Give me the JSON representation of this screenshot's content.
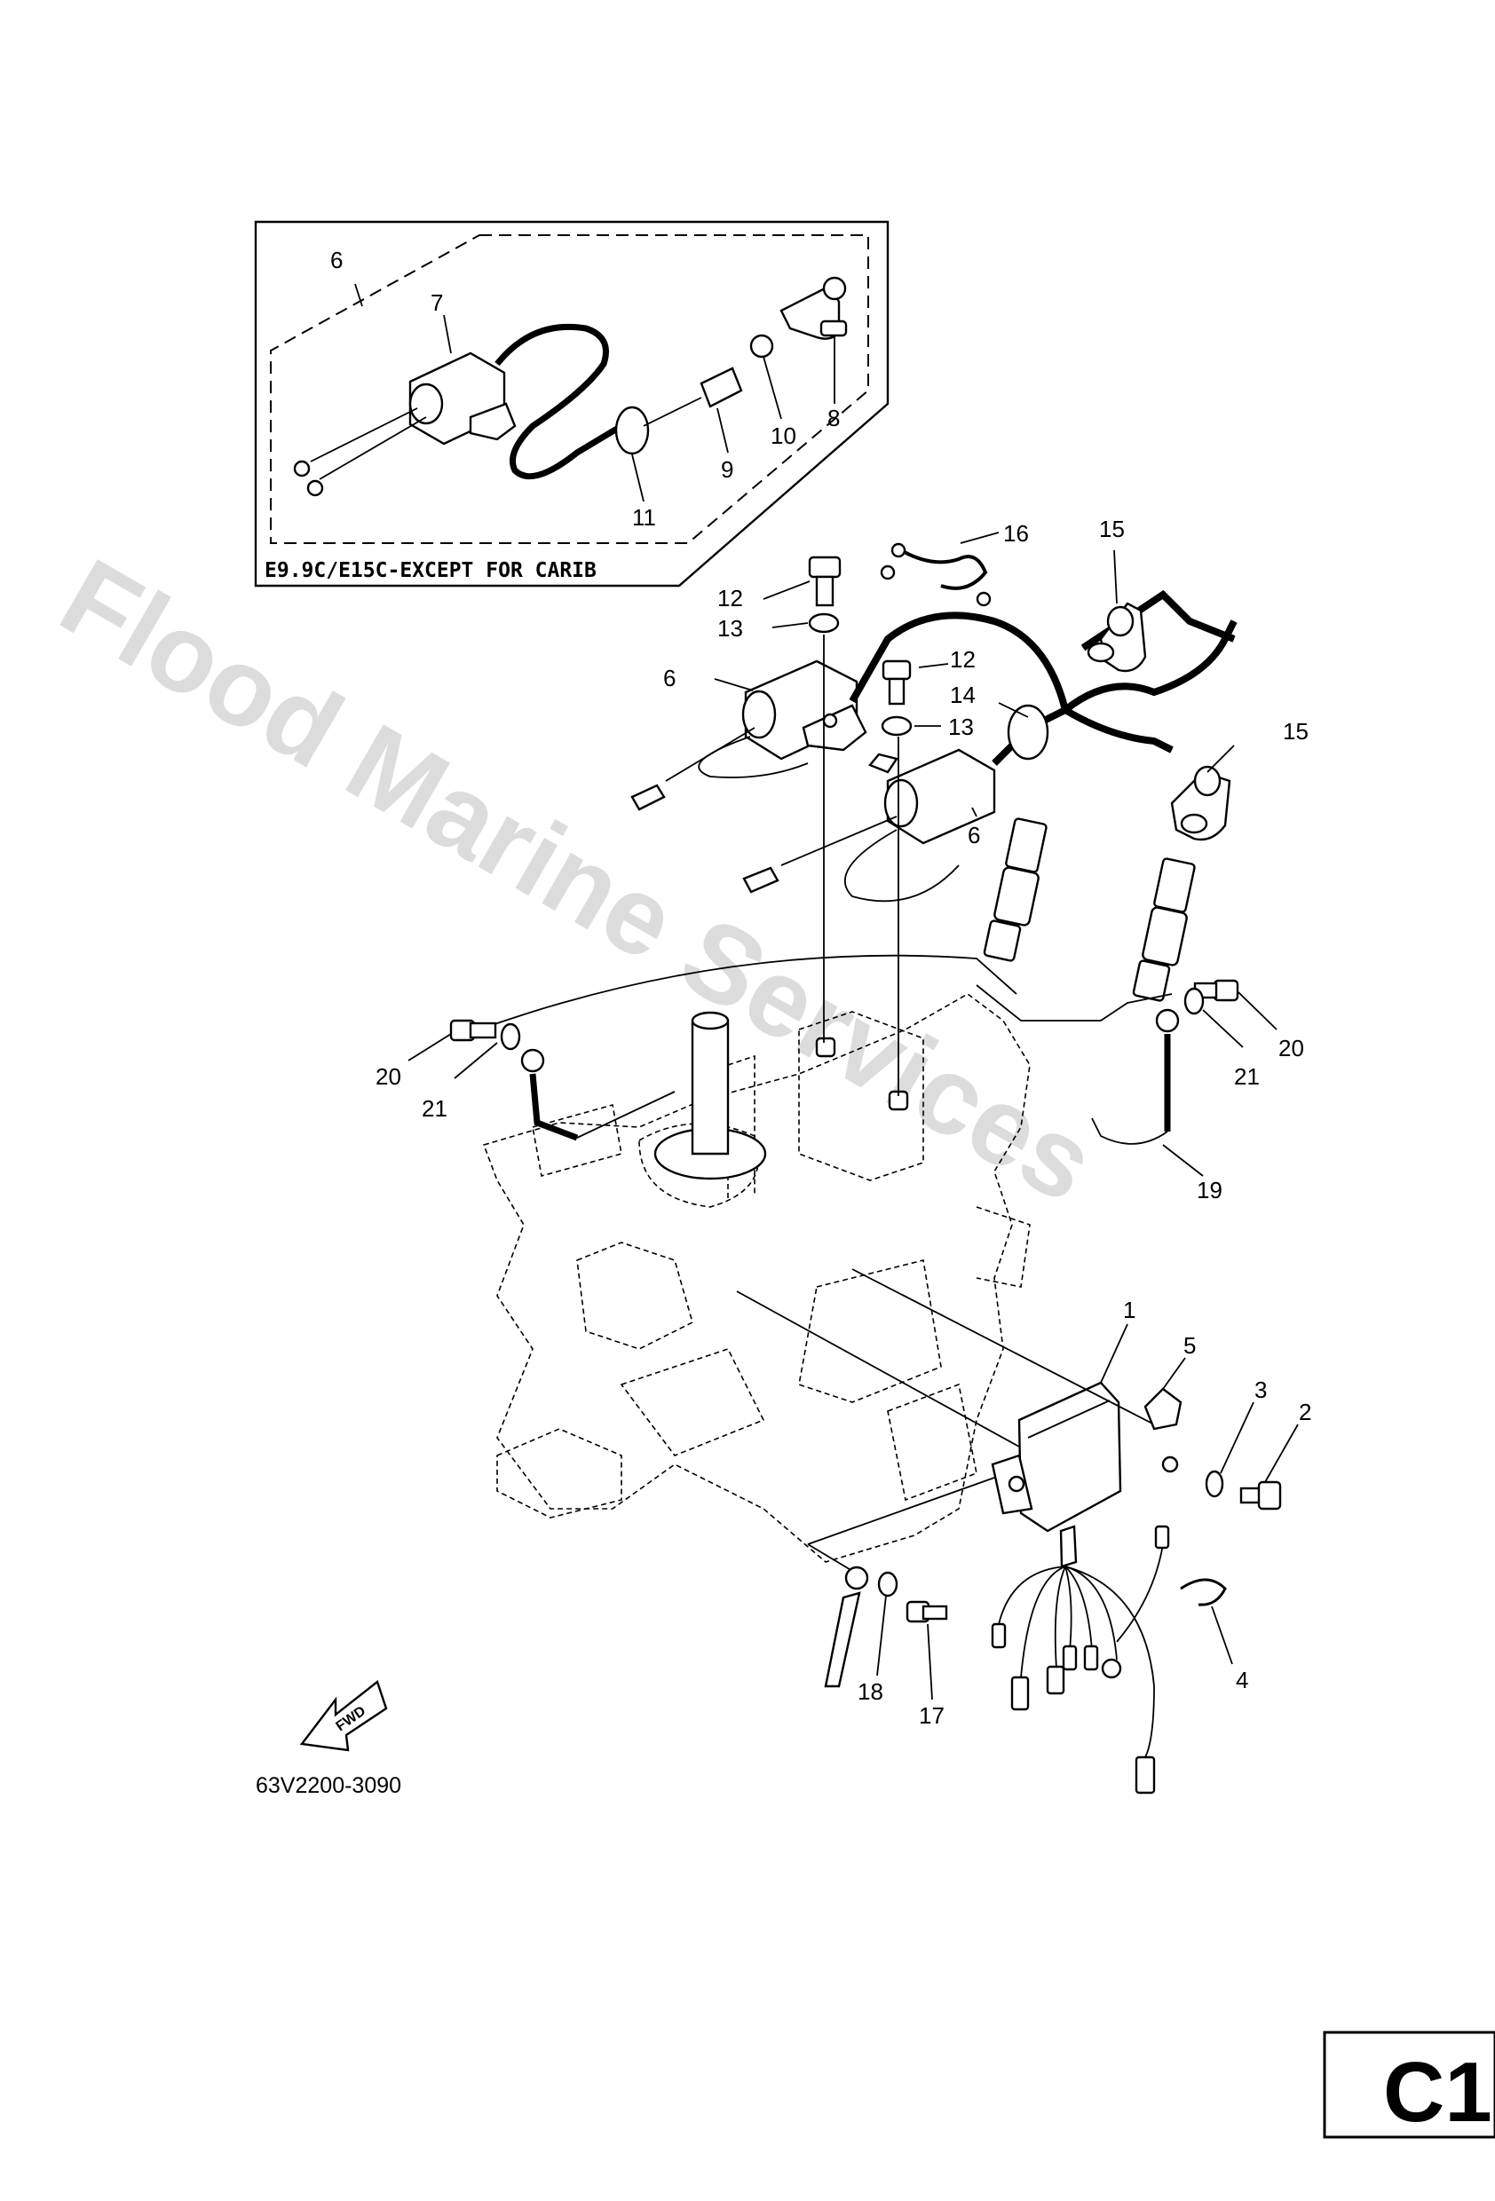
{
  "watermark": "Flood Marine Services",
  "inset": {
    "title": "E9.9C/E15C-EXCEPT FOR CARIB"
  },
  "diagram_code": "63V2200-3090",
  "page_label": "C1",
  "fwd_label": "FWD",
  "callouts": [
    {
      "id": "inset-6",
      "text": "6"
    },
    {
      "id": "inset-7",
      "text": "7"
    },
    {
      "id": "inset-8",
      "text": "8"
    },
    {
      "id": "inset-9",
      "text": "9"
    },
    {
      "id": "inset-10",
      "text": "10"
    },
    {
      "id": "inset-11",
      "text": "11"
    },
    {
      "id": "16",
      "text": "16"
    },
    {
      "id": "15a",
      "text": "15"
    },
    {
      "id": "12a",
      "text": "12"
    },
    {
      "id": "13a",
      "text": "13"
    },
    {
      "id": "6a",
      "text": "6"
    },
    {
      "id": "12b",
      "text": "12"
    },
    {
      "id": "14",
      "text": "14"
    },
    {
      "id": "13b",
      "text": "13"
    },
    {
      "id": "15b",
      "text": "15"
    },
    {
      "id": "6b",
      "text": "6"
    },
    {
      "id": "20a",
      "text": "20"
    },
    {
      "id": "21a",
      "text": "21"
    },
    {
      "id": "20b",
      "text": "20"
    },
    {
      "id": "21b",
      "text": "21"
    },
    {
      "id": "19",
      "text": "19"
    },
    {
      "id": "1",
      "text": "1"
    },
    {
      "id": "5",
      "text": "5"
    },
    {
      "id": "3",
      "text": "3"
    },
    {
      "id": "2",
      "text": "2"
    },
    {
      "id": "4",
      "text": "4"
    },
    {
      "id": "18",
      "text": "18"
    },
    {
      "id": "17",
      "text": "17"
    }
  ]
}
